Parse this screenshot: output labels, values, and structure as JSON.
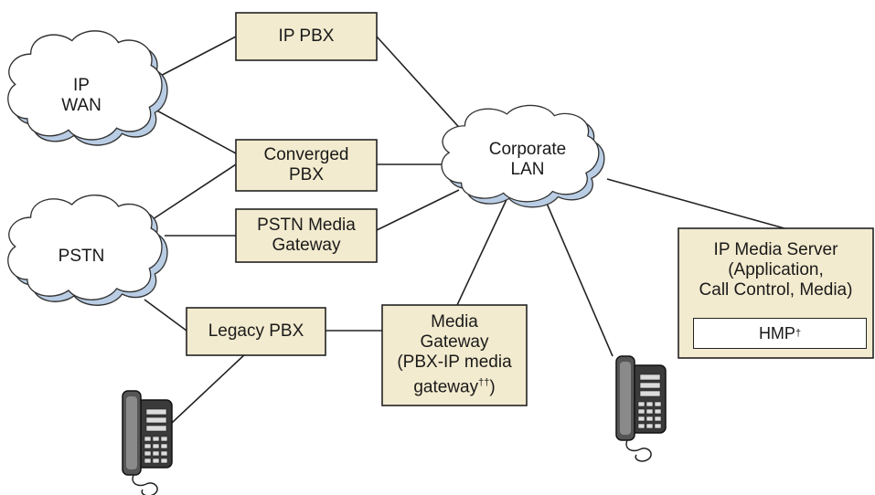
{
  "colors": {
    "box_fill": "#f3ebcf",
    "cloud_fill": "#ffffff",
    "cloud_shadow": "#b9cde4",
    "line": "#222222"
  },
  "clouds": {
    "ip_wan": {
      "lines": [
        "IP",
        "WAN"
      ]
    },
    "pstn": {
      "lines": [
        "PSTN"
      ]
    },
    "corporate_lan": {
      "lines": [
        "Corporate",
        "LAN"
      ]
    }
  },
  "boxes": {
    "ip_pbx": {
      "lines": [
        "IP PBX"
      ]
    },
    "converged_pbx": {
      "lines": [
        "Converged",
        "PBX"
      ]
    },
    "pstn_media_gateway": {
      "lines": [
        "PSTN Media",
        "Gateway"
      ]
    },
    "legacy_pbx": {
      "lines": [
        "Legacy PBX"
      ]
    },
    "media_gateway": {
      "lines": [
        "Media",
        "Gateway",
        "(PBX-IP media",
        "gateway"
      ],
      "superscript": "††",
      "suffix": ")"
    },
    "ip_media_server": {
      "lines": [
        "IP Media Server",
        "(Application,",
        "Call Control, Media)"
      ]
    }
  },
  "hmp": {
    "label": "HMP",
    "superscript": "†"
  },
  "icons": {
    "phones": [
      "desk-phone-icon",
      "desk-phone-icon"
    ]
  }
}
